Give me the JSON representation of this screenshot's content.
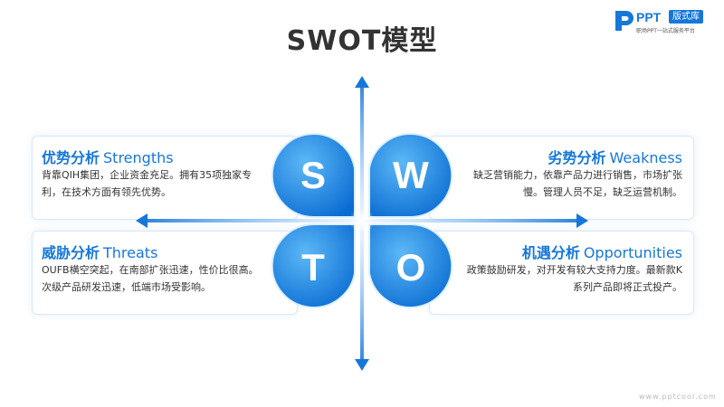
{
  "title": "SWOT模型",
  "logo": {
    "brand": "PPT",
    "badge": "版式库",
    "tagline": "职场PPT一站式服务平台"
  },
  "watermark": "www.pptcool.com",
  "colors": {
    "accent": "#1677d9",
    "petal_light": "#4fb0f5",
    "petal_dark": "#0b6fd4",
    "text": "#333333"
  },
  "quadrants": {
    "s": {
      "letter": "S",
      "title_cn": "优势分析",
      "title_en": "Strengths",
      "text": "背靠QIH集团，企业资金充足。拥有35项独家专利，在技术方面有领先优势。"
    },
    "w": {
      "letter": "W",
      "title_cn": "劣势分析",
      "title_en": "Weakness",
      "text": "缺乏营销能力，依靠产品力进行销售，市场扩张慢。管理人员不足，缺乏运营机制。"
    },
    "t": {
      "letter": "T",
      "title_cn": "威胁分析",
      "title_en": "Threats",
      "text": "OUFB横空突起，在南部扩张迅速，性价比很高。次级产品研发迅速，低端市场受影响。"
    },
    "o": {
      "letter": "O",
      "title_cn": "机遇分析",
      "title_en": "Opportunities",
      "text": "政策鼓励研发，对开发有较大支持力度。最新款K系列产品即将正式投产。"
    }
  },
  "icons": {
    "arrows": [
      "arrow-up-icon",
      "arrow-down-icon",
      "arrow-left-icon",
      "arrow-right-icon"
    ]
  }
}
